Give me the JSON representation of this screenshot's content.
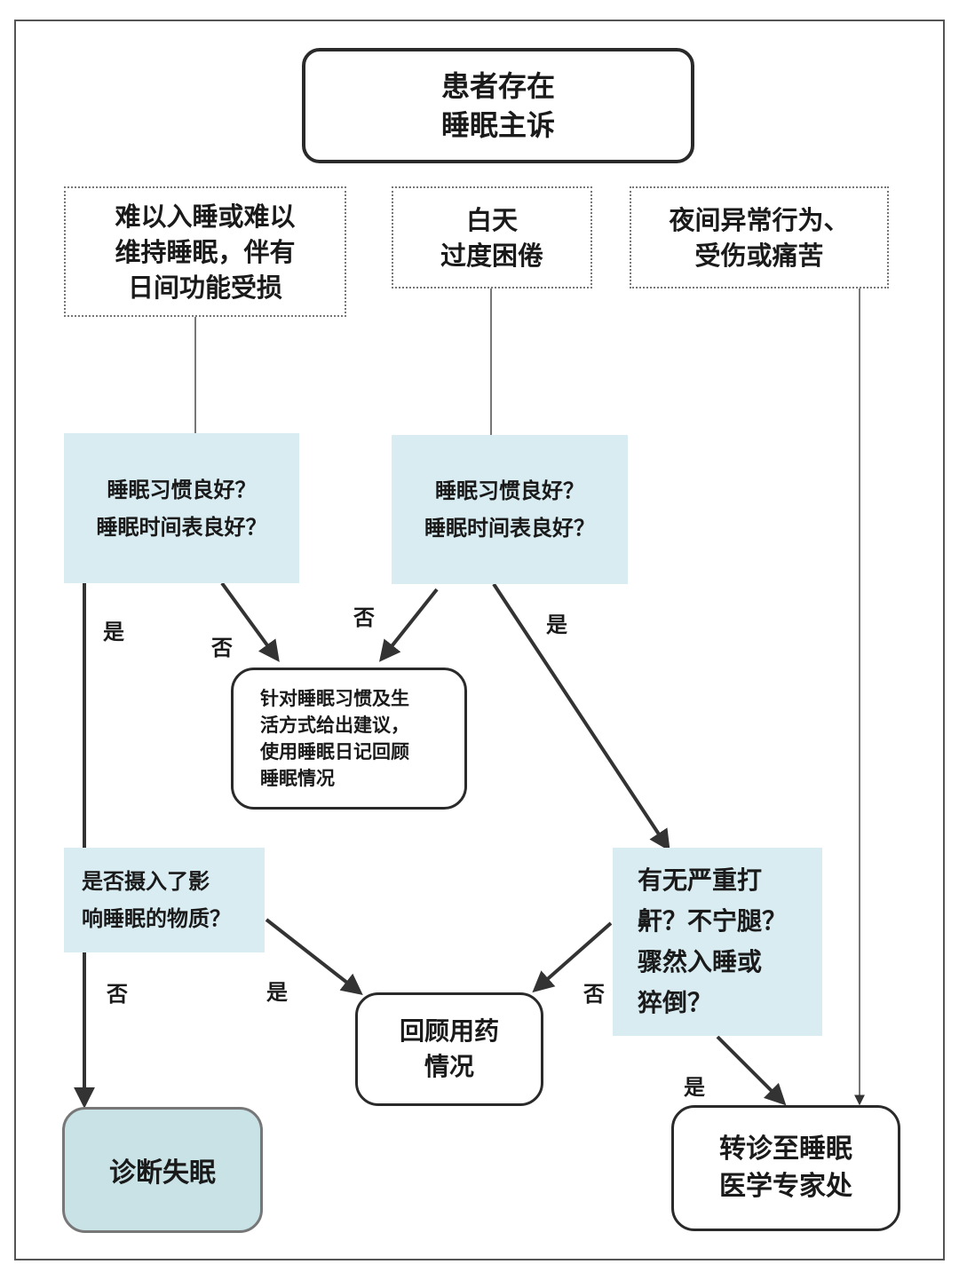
{
  "top": "患者存在\n睡眠主诉",
  "symptoms": {
    "insomnia": "难以入睡或难以\n维持睡眠，伴有\n日间功能受损",
    "daytime": "白天\n过度困倦",
    "night": "夜间异常行为、\n受伤或痛苦"
  },
  "question_left": "睡眠习惯良好？\n睡眠时间表良好？",
  "question_mid": "睡眠习惯良好？\n睡眠时间表良好？",
  "advice": "针对睡眠习惯及生\n活方式给出建议，\n使用睡眠日记回顾\n睡眠情况",
  "substance_q": "是否摄入了影\n响睡眠的物质？",
  "snore_q": "有无严重打\n鼾？不宁腿？\n骤然入睡或\n猝倒？",
  "review_meds": "回顾用药\n情况",
  "diagnose": "诊断失眠",
  "referral": "转诊至睡眠\n医学专家处",
  "edge_labels": {
    "yes": "是",
    "no": "否"
  },
  "colors": {
    "question_fill": "#d9ecf1",
    "diagnose_fill": "#c9e2e6"
  }
}
